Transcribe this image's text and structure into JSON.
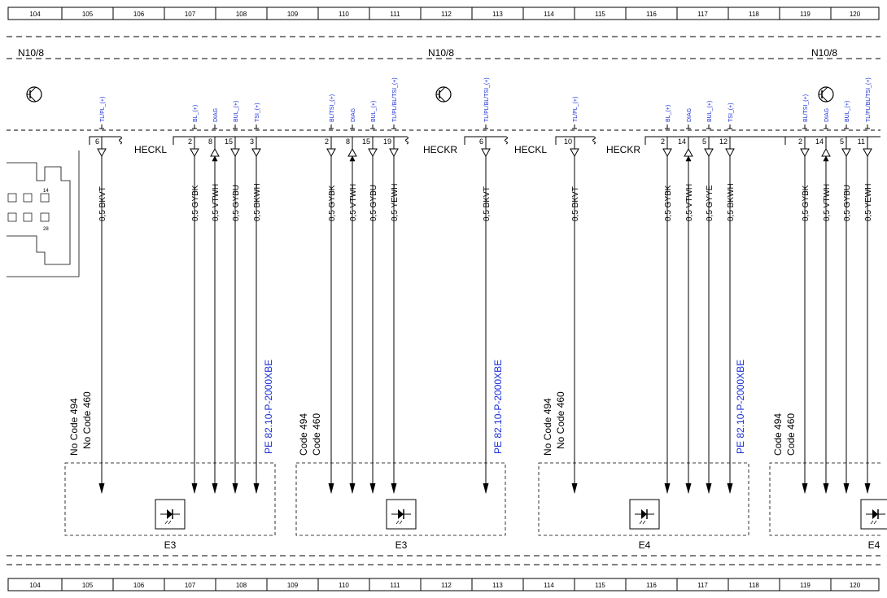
{
  "ruler": {
    "columns": [
      "104",
      "105",
      "106",
      "107",
      "108",
      "109",
      "110",
      "111",
      "112",
      "113",
      "114",
      "115",
      "116",
      "117",
      "118",
      "119",
      "120"
    ]
  },
  "connector_labels": [
    "N10/8",
    "N10/8",
    "N10/8"
  ],
  "side_labels": [
    "HECKL",
    "HECKR",
    "HECKL",
    "HECKR"
  ],
  "connector_pin_labels": [
    "14",
    "28"
  ],
  "icons": [
    "transistor-icon",
    "led-icon"
  ],
  "colors": {
    "signal_blue": "#1a2fd6",
    "ink": "#000000"
  },
  "pins": [
    {
      "pin": "6",
      "signal": "TL/PL_(+)",
      "wire": "0,5 BKVT",
      "dir": "out"
    },
    {
      "pin": "2",
      "signal": "BL_(+)",
      "wire": "0,5 GYBK",
      "dir": "out"
    },
    {
      "pin": "8",
      "signal": "DIAG",
      "wire": "0,5 VTWH",
      "dir": "in"
    },
    {
      "pin": "15",
      "signal": "BUL_(+)",
      "wire": "0,5 GYBU",
      "dir": "out"
    },
    {
      "pin": "3",
      "signal": "TSI_(+)",
      "wire": "0,5 BKWH",
      "dir": "out"
    },
    {
      "pin": "2",
      "signal": "BL/TSI_(+)",
      "wire": "0,5 GYBK",
      "dir": "out"
    },
    {
      "pin": "8",
      "signal": "DIAG",
      "wire": "0,5 VTWH",
      "dir": "in"
    },
    {
      "pin": "15",
      "signal": "BUL_(+)",
      "wire": "0,5 GYBU",
      "dir": "out"
    },
    {
      "pin": "19",
      "signal": "TL/PL/BL/TSI_(+)",
      "wire": "0,5 YEWH",
      "dir": "out"
    },
    {
      "pin": "6",
      "signal": "TL/PL/BL/TSI_(+)",
      "wire": "0,5 BKVT",
      "dir": "out"
    },
    {
      "pin": "10",
      "signal": "TL/PL_(+)",
      "wire": "0,5 BKVT",
      "dir": "out"
    },
    {
      "pin": "2",
      "signal": "BL_(+)",
      "wire": "0,5 GYBK",
      "dir": "out"
    },
    {
      "pin": "14",
      "signal": "DIAG",
      "wire": "0,5 VTWH",
      "dir": "in"
    },
    {
      "pin": "5",
      "signal": "BUL_(+)",
      "wire": "0,5 GYYE",
      "dir": "out"
    },
    {
      "pin": "12",
      "signal": "TSI_(+)",
      "wire": "0,5 BKWH",
      "dir": "out"
    },
    {
      "pin": "2",
      "signal": "BL/TSI_(+)",
      "wire": "0,5 GYBK",
      "dir": "out"
    },
    {
      "pin": "14",
      "signal": "DIAG",
      "wire": "0,5 VTWH",
      "dir": "in"
    },
    {
      "pin": "5",
      "signal": "BUL_(+)",
      "wire": "0,5 GYBU",
      "dir": "out"
    },
    {
      "pin": "11",
      "signal": "TL/PL/BL/TSI_(+)",
      "wire": "0,5 YEWH",
      "dir": "out"
    }
  ],
  "notes": [
    {
      "lines": [
        "No Code 494",
        "No Code 460"
      ]
    },
    {
      "lines": [
        "Code 494",
        "Code 460"
      ]
    },
    {
      "lines": [
        "No Code 494",
        "No Code 460"
      ]
    },
    {
      "lines": [
        "Code 494",
        "Code 460"
      ]
    }
  ],
  "references": [
    "PE 82.10-P-2000XBE",
    "PE 82.10-P-2000XBE",
    "PE 82.10-P-2000XBE"
  ],
  "components": [
    "E3",
    "E3",
    "E4",
    "E4"
  ]
}
